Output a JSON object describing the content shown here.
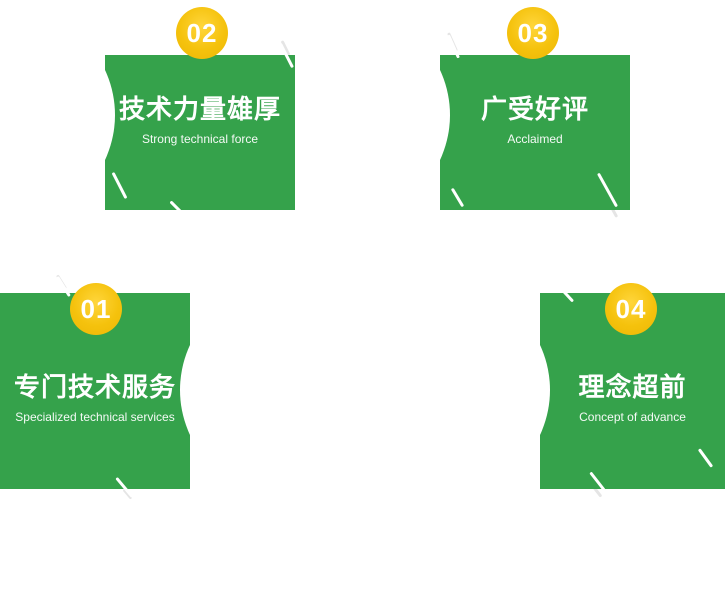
{
  "theme": {
    "green": "#35a24b",
    "yellow": "#f5c20d",
    "text": "#ffffff"
  },
  "cards": [
    {
      "number": "01",
      "title": "专门技术服务",
      "subtitle": "Specialized technical services"
    },
    {
      "number": "02",
      "title": "技术力量雄厚",
      "subtitle": "Strong technical force"
    },
    {
      "number": "03",
      "title": "广受好评",
      "subtitle": "Acclaimed"
    },
    {
      "number": "04",
      "title": "理念超前",
      "subtitle": "Concept of advance"
    }
  ]
}
